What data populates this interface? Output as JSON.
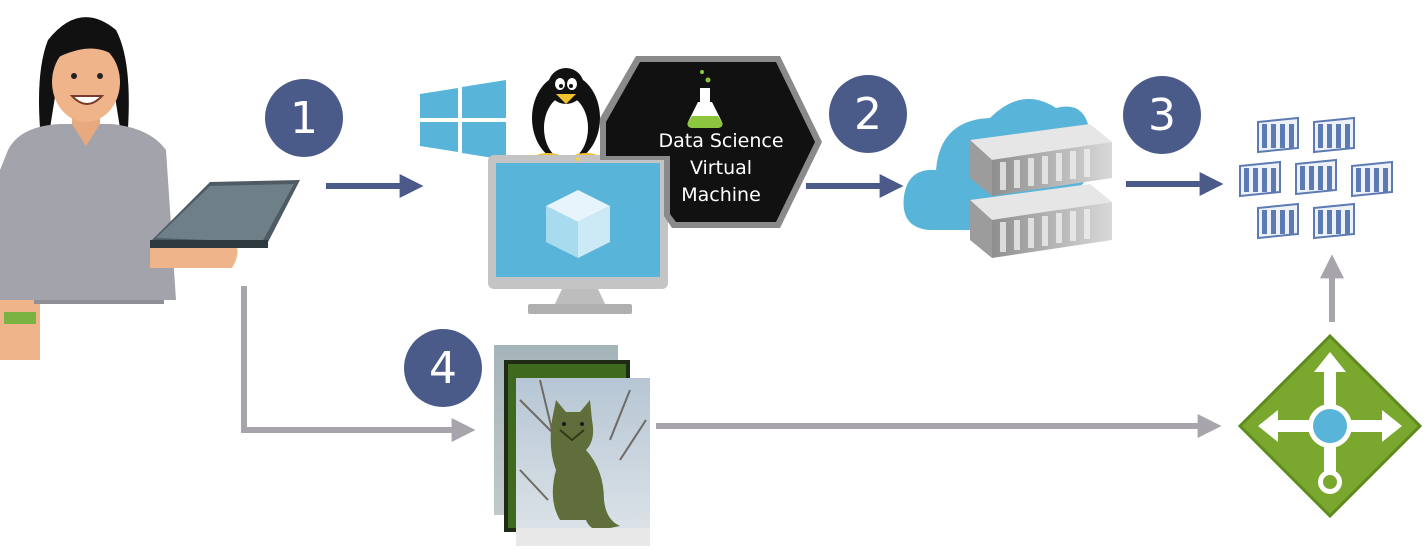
{
  "steps": [
    "1",
    "2",
    "3",
    "4"
  ],
  "dsvm": {
    "line1": "Data Science",
    "line2": "Virtual",
    "line3": "Machine"
  },
  "colors": {
    "badge": "#4a5b8a",
    "arrow_blue": "#4a5b8a",
    "arrow_gray": "#a7a4ab",
    "azure_blue": "#59b4d9",
    "kubernetes_blue": "#5d7bb3",
    "gateway_green": "#7aa82e",
    "hexagon_fill": "#111111",
    "hexagon_border": "#8a8a8a"
  },
  "icons": {
    "person": "person-with-laptop-icon",
    "windows": "windows-logo-icon",
    "linux": "linux-tux-icon",
    "vm": "virtual-machine-monitor-icon",
    "flask": "flask-icon",
    "container_registry": "container-registry-cloud-icon",
    "kubernetes": "kubernetes-cluster-icon",
    "images": "cat-images-stack-icon",
    "gateway": "application-gateway-icon"
  }
}
